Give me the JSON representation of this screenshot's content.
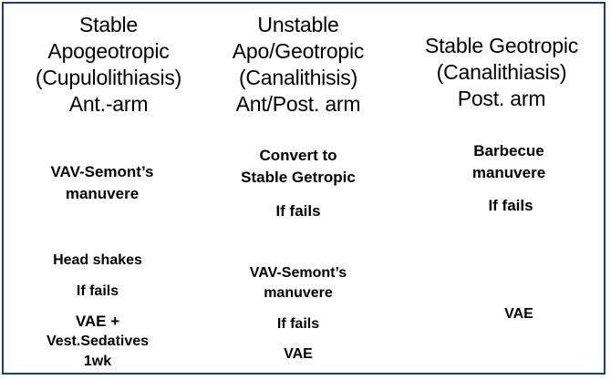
{
  "columns": [
    {
      "header": [
        "Stable",
        "Apogeotropic",
        "(Cupulolithiasis)",
        "Ant.-arm"
      ],
      "first_step": [
        "VAV-Semont’s",
        "manuvere"
      ],
      "second_step": "Head shakes",
      "if_fails": "If fails",
      "final_step": [
        "VAE +",
        "Vest.Sedatives",
        "1wk"
      ]
    },
    {
      "header": [
        "Unstable",
        "Apo/Geotropic",
        "(Canalithisis)",
        "Ant/Post. arm"
      ],
      "first_step": [
        "Convert to",
        "Stable Getropic"
      ],
      "if_fails_1": "If fails",
      "second_step": [
        "VAV-Semont’s",
        "manuvere"
      ],
      "if_fails_2": "If fails",
      "final_step": "VAE"
    },
    {
      "header": [
        "Stable Geotropic",
        "(Canalithiasis)",
        "Post. arm"
      ],
      "first_step": [
        "Barbecue",
        "manuvere"
      ],
      "if_fails": "If fails",
      "final_step": "VAE"
    }
  ],
  "colors": {
    "border": "#1f3f6e",
    "text": "#000000",
    "background": "#ffffff"
  }
}
